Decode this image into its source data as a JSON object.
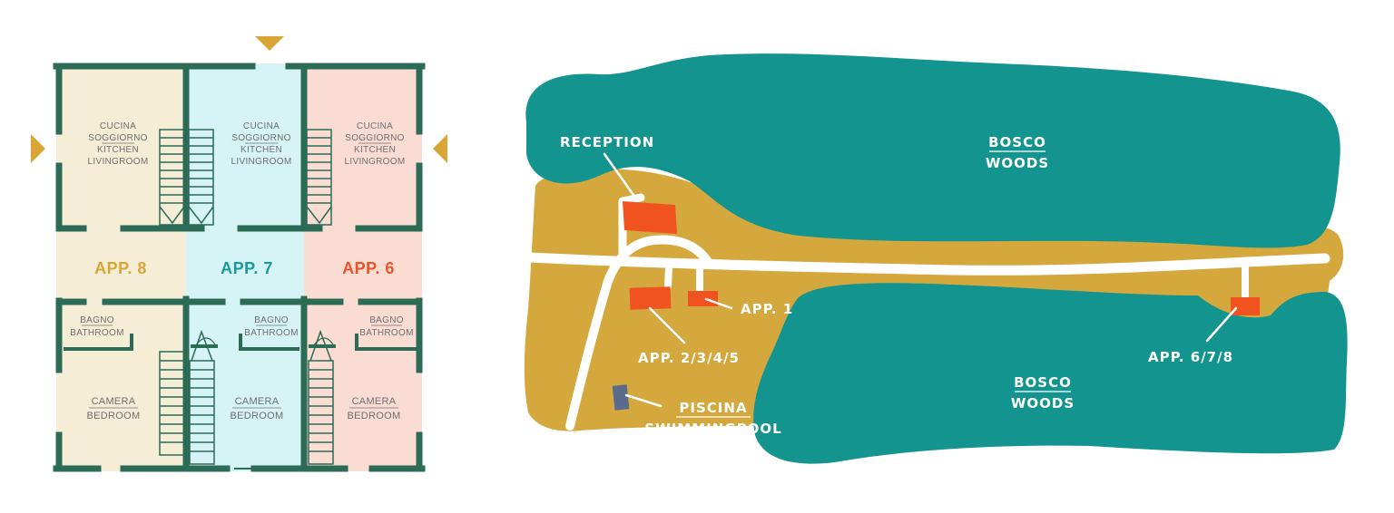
{
  "colors": {
    "wall": "#2c6b56",
    "unit_8": "#f5edd6",
    "unit_7": "#d6f3f5",
    "unit_6": "#fbdcd3",
    "app8_text": "#d9a636",
    "app7_text": "#1a9a96",
    "app6_text": "#e8552b",
    "arrow": "#d9a636",
    "woods": "#14948f",
    "ground": "#d5a83e",
    "road": "#ffffff",
    "building": "#f0531f",
    "pool": "#5a6b8c",
    "label": "#ffffff"
  },
  "floorplan": {
    "units": [
      {
        "app": "APP. 8",
        "upper": [
          "CUCINA",
          "SOGGIORNO",
          "KITCHEN",
          "LIVINGROOM"
        ],
        "bath": [
          "BAGNO",
          "BATHROOM"
        ],
        "lower": [
          "CAMERA",
          "BEDROOM"
        ]
      },
      {
        "app": "APP. 7",
        "upper": [
          "CUCINA",
          "SOGGIORNO",
          "KITCHEN",
          "LIVINGROOM"
        ],
        "bath": [
          "BAGNO",
          "BATHROOM"
        ],
        "lower": [
          "CAMERA",
          "BEDROOM"
        ]
      },
      {
        "app": "APP. 6",
        "upper": [
          "CUCINA",
          "SOGGIORNO",
          "KITCHEN",
          "LIVINGROOM"
        ],
        "bath": [
          "BAGNO",
          "BATHROOM"
        ],
        "lower": [
          "CAMERA",
          "BEDROOM"
        ]
      }
    ]
  },
  "map": {
    "reception": "RECEPTION",
    "woods_north": [
      "BOSCO",
      "WOODS"
    ],
    "woods_south": [
      "BOSCO",
      "WOODS"
    ],
    "app1": "APP. 1",
    "app2345": "APP. 2/3/4/5",
    "app678": "APP. 6/7/8",
    "pool": [
      "PISCINA",
      "SWIMMINGPOOL"
    ]
  }
}
